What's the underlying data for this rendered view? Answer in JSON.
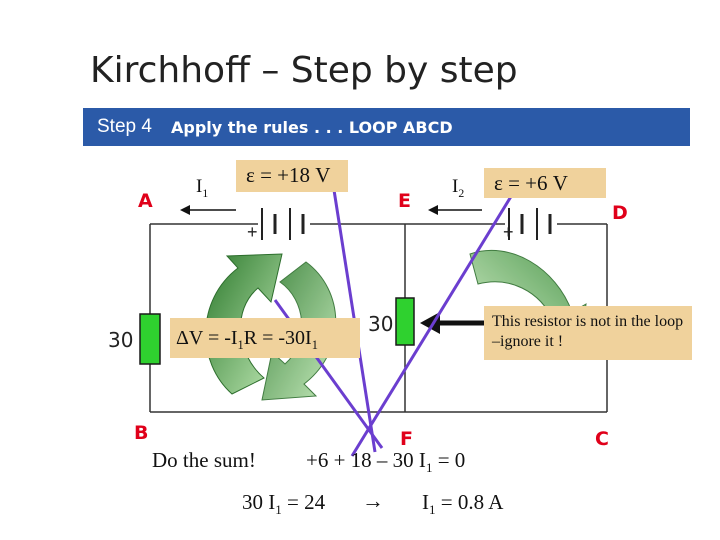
{
  "title": "Kirchhoff – Step by step",
  "banner": {
    "step": "Step 4",
    "rule": "Apply the rules . . . LOOP ABCD"
  },
  "nodes": {
    "A": "A",
    "B": "B",
    "C": "C",
    "D": "D",
    "E": "E",
    "F": "F"
  },
  "current1": {
    "symbol": "I",
    "subscript": "1"
  },
  "current2": {
    "symbol": "I",
    "subscript": "2"
  },
  "emf1": "ε = +18 V",
  "emf2": "ε = +6 V",
  "battery_plus": "+",
  "resistor_left_label": "30",
  "resistor_middle_label": "30",
  "voltage_drop": {
    "a": "ΔV = -I",
    "sub1": "1",
    "b": "R = -30I",
    "sub2": "1"
  },
  "note": "This resistor is not in the loop –ignore it !",
  "do_sum": "Do the sum!",
  "sum_eq": {
    "a": "+6 + 18 – 30 I",
    "sub": "1",
    "b": " = 0"
  },
  "solve_eq": {
    "a": "30 I",
    "sub": "1",
    "b": " = 24"
  },
  "arrow": "→",
  "result": {
    "a": "I",
    "sub": "1",
    "b": " = 0.8 A"
  },
  "colors": {
    "banner": "#2b5aa8",
    "node_label": "#e0001a",
    "resistor": "#2fd12f",
    "loop_arrow": "#3a8f3a",
    "purple_line": "#6b3ecf",
    "note_bg": "#f0d29c"
  }
}
